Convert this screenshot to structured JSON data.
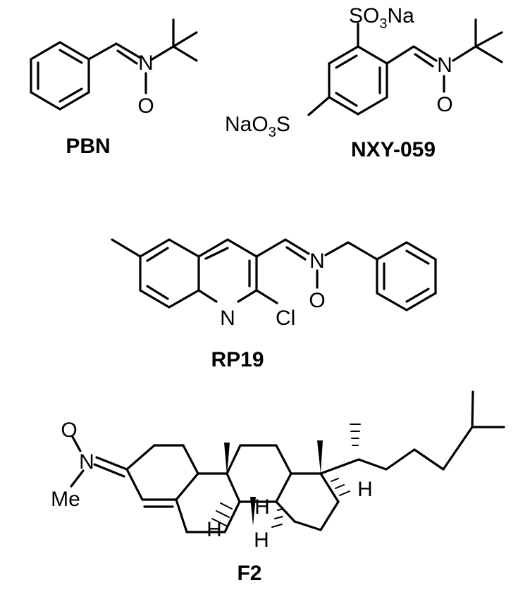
{
  "compounds": [
    {
      "name": "PBN",
      "atoms": {
        "nitrogen": "N",
        "oxygen": "O"
      }
    },
    {
      "name": "NXY-059",
      "atoms": {
        "nitrogen": "N",
        "oxygen": "O",
        "sulfonate_top_main": "SO",
        "sulfonate_top_sub": "3",
        "sulfonate_top_tail": "Na",
        "sulfonate_left_head": "NaO",
        "sulfonate_left_sub": "3",
        "sulfonate_left_tail": "S"
      }
    },
    {
      "name": "RP19",
      "atoms": {
        "ring_nitrogen": "N",
        "nitrogen": "N",
        "oxygen": "O",
        "chlorine": "Cl"
      }
    },
    {
      "name": "F2",
      "atoms": {
        "nitrogen": "N",
        "oxygen": "O",
        "methyl": "Me",
        "hydrogen": "H"
      }
    }
  ]
}
